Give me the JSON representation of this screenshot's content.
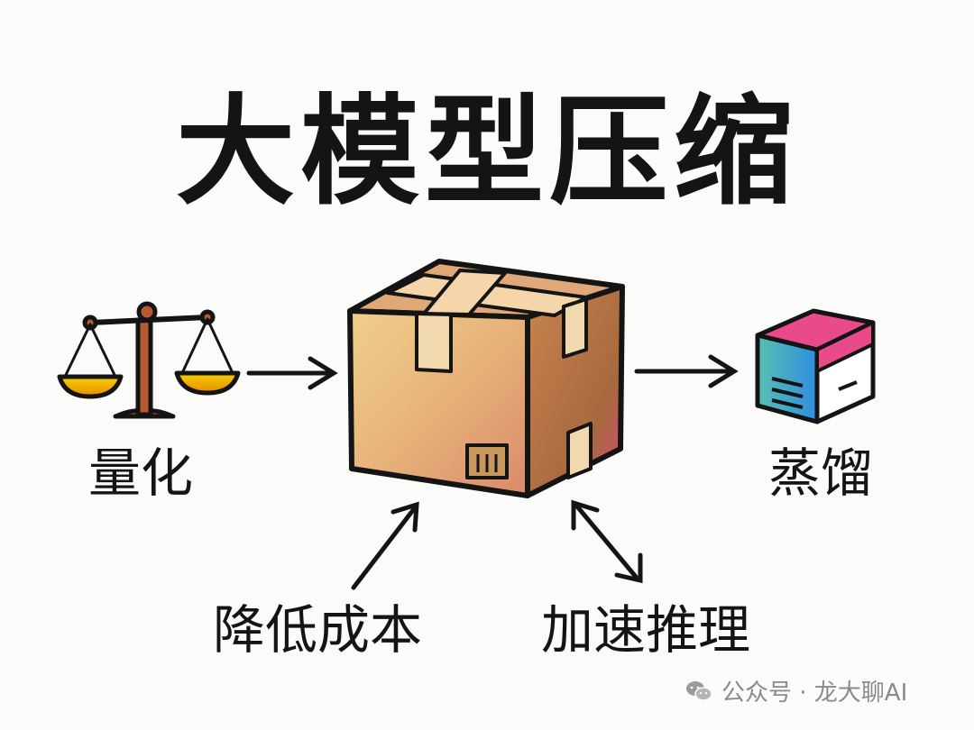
{
  "title": "大模型压缩",
  "labels": {
    "quantization": "量化",
    "distillation": "蒸馏",
    "reduce_cost": "降低成本",
    "speed_inference": "加速推理"
  },
  "watermark": {
    "text": "公众号 · 龙大聊AI",
    "icon": "wechat-icon"
  },
  "icons": {
    "left": "balance-scale-icon",
    "center": "cardboard-box-icon",
    "right": "small-box-icon"
  },
  "colors": {
    "ink": "#141414",
    "box_front": "#e8b878",
    "box_side": "#b87a4a",
    "box_top": "#e0a878",
    "scale": "#b85a30",
    "pan_fill": "#f2c200",
    "small_box_top": "#e84a8a",
    "small_box_front": "#3aa0e0"
  }
}
